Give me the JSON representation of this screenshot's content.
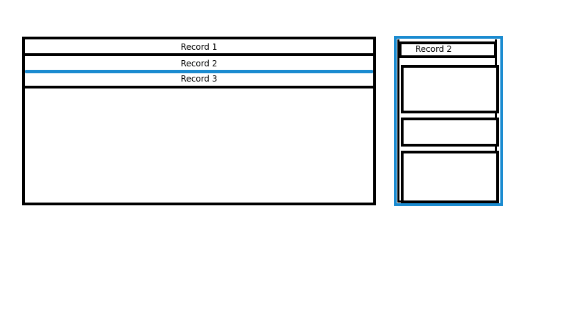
{
  "records_list": {
    "rows": [
      {
        "label": "Record 1"
      },
      {
        "label": "Record 2",
        "selected": true
      },
      {
        "label": "Record 3"
      }
    ]
  },
  "detail_panel": {
    "title": "Record 2"
  },
  "colors": {
    "selection_accent": "#1a8bd0",
    "border": "#000000",
    "background": "#ffffff"
  }
}
